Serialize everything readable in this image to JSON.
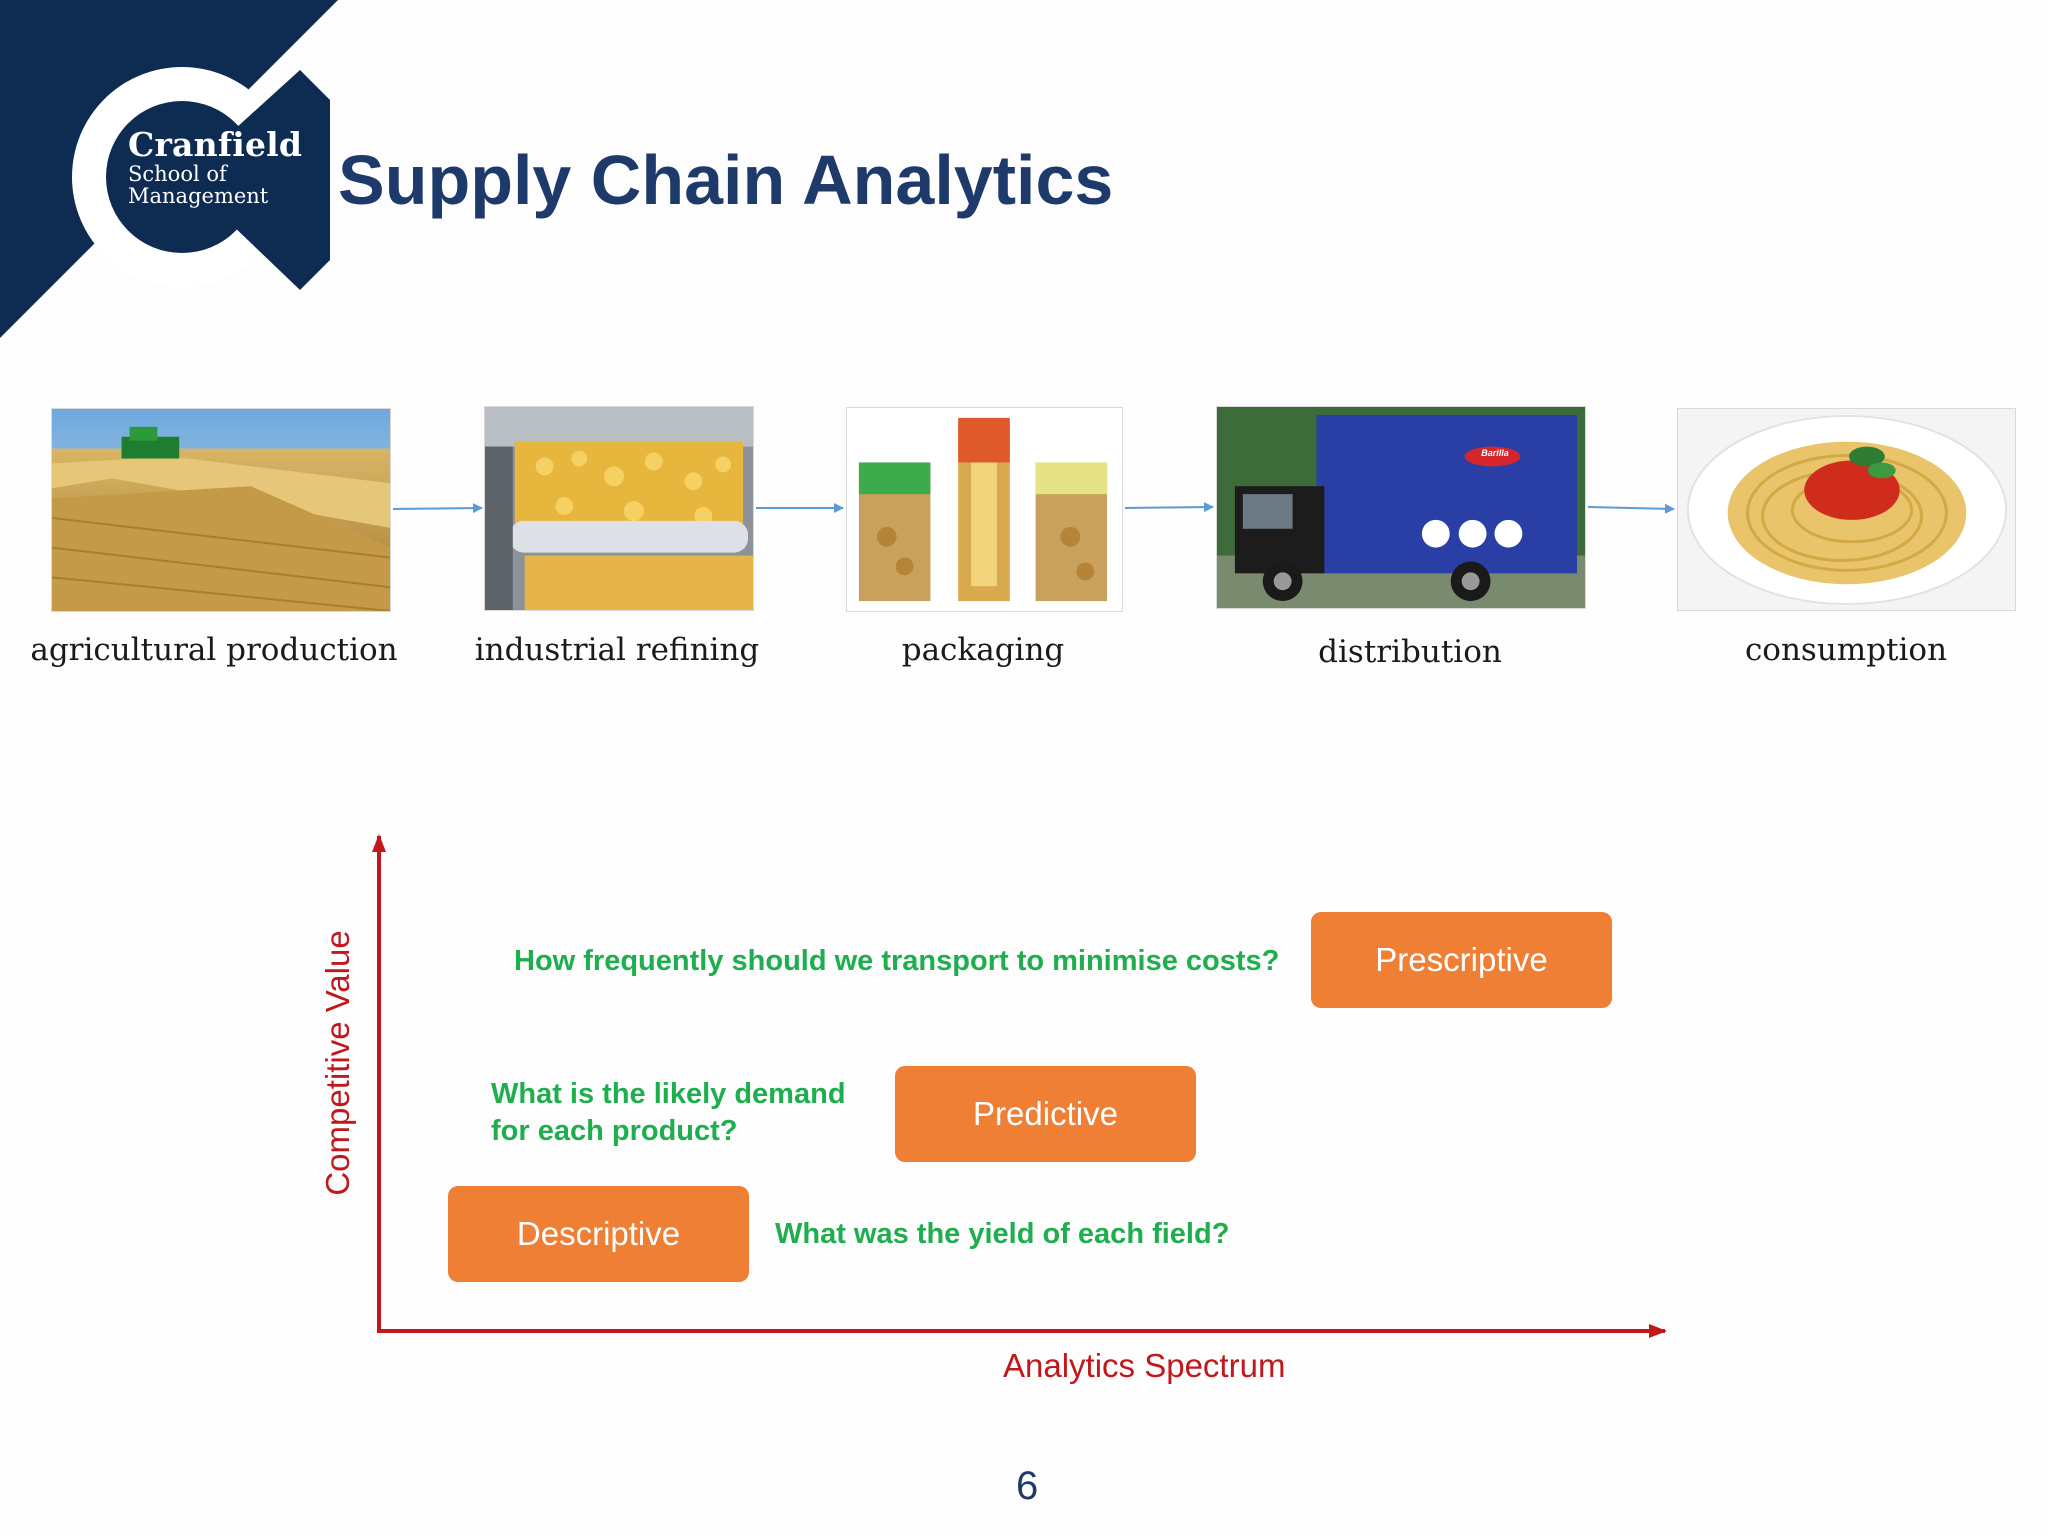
{
  "logo": {
    "name": "Cranfield",
    "line2": "School of",
    "line3": "Management",
    "colors": {
      "navy": "#0e2c52",
      "white": "#ffffff"
    }
  },
  "slide": {
    "title": "Supply Chain Analytics",
    "page_number": "6"
  },
  "supply_chain": {
    "stages": [
      {
        "label": "agricultural production",
        "image": "wheat-field-harvester"
      },
      {
        "label": "industrial refining",
        "image": "pasta-production-line"
      },
      {
        "label": "packaging",
        "image": "pasta-packages"
      },
      {
        "label": "distribution",
        "image": "delivery-truck",
        "truck_text": "Barilla"
      },
      {
        "label": "consumption",
        "image": "spaghetti-plate"
      }
    ],
    "arrow_color": "#5b9bd5"
  },
  "analytics": {
    "x_axis_label": "Analytics Spectrum",
    "y_axis_label": "Competitive Value",
    "axis_color": "#c0181c",
    "levels": [
      {
        "label": "Descriptive",
        "question": "What was the yield of each field?"
      },
      {
        "label": "Predictive",
        "question_line1": "What is the likely demand",
        "question_line2": "for each product?"
      },
      {
        "label": "Prescriptive",
        "question": "How frequently should we transport to minimise costs?"
      }
    ],
    "box_color": "#ee7f35",
    "question_color": "#1fae4e"
  }
}
